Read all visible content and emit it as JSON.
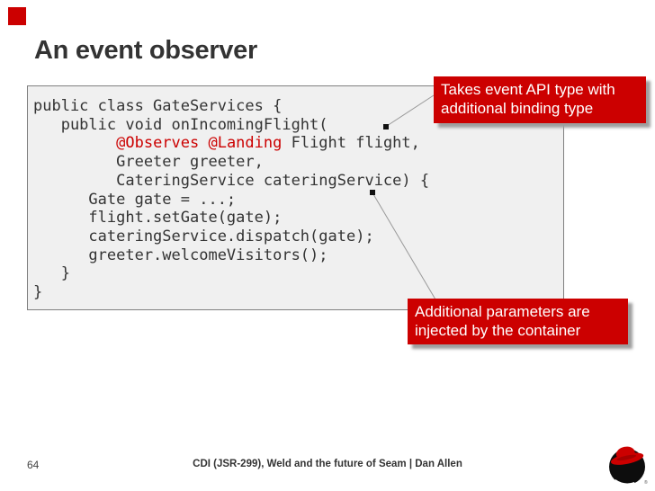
{
  "slide": {
    "title": "An event observer",
    "corner_accent": "red-square"
  },
  "code_block": {
    "language": "java",
    "lines": [
      "public class GateServices {",
      "   public void onIncomingFlight(",
      {
        "pre": "         ",
        "annotation": "@Observes @Landing",
        "rest": " Flight flight,"
      },
      "         Greeter greeter,",
      "         CateringService cateringService) {",
      "      Gate gate = ...;",
      "      flight.setGate(gate);",
      "      cateringService.dispatch(gate);",
      "      greeter.welcomeVisitors();",
      "   }",
      "}"
    ]
  },
  "callouts": [
    {
      "name": "takes-event-api-type",
      "lines": [
        "Takes event API type with",
        "additional binding type"
      ]
    },
    {
      "name": "additional-parameters",
      "lines": [
        "Additional parameters are",
        "injected by the container"
      ]
    }
  ],
  "footer": {
    "page_number": "64",
    "deck_title": "CDI (JSR-299), Weld and the future of Seam | Dan Allen"
  },
  "logo": {
    "name": "red-hat-shadowman-logo",
    "registered_mark": "®"
  },
  "colors": {
    "accent_red": "#cc0000",
    "callout_text": "#ffffff",
    "code_bg": "#f0f0f0",
    "code_border": "#808080",
    "code_text": "#333333",
    "annotation_red": "#cc0000",
    "title_text": "#333333",
    "leader_line": "#999999",
    "marker_black": "#111111",
    "footer_text": "#333333"
  }
}
